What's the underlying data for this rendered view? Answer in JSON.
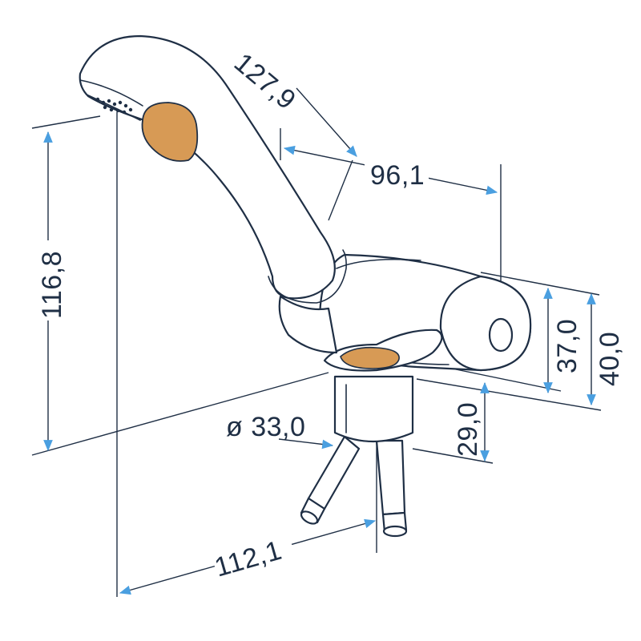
{
  "dimensions": {
    "spout_length": "127,9",
    "spout_reach": "96,1",
    "total_height": "116,8",
    "body_height_inner": "37,0",
    "body_height_outer": "40,0",
    "base_height": "29,0",
    "base_diameter": "ø 33,0",
    "overall_depth": "112,1"
  },
  "colors": {
    "line": "#1f2f45",
    "arrow": "#4a9fe0",
    "accent": "#d79a55"
  },
  "icons": {
    "spout": "faucet-spout-icon",
    "lever": "lever-handle-icon",
    "hose": "flexible-hose-icon"
  }
}
